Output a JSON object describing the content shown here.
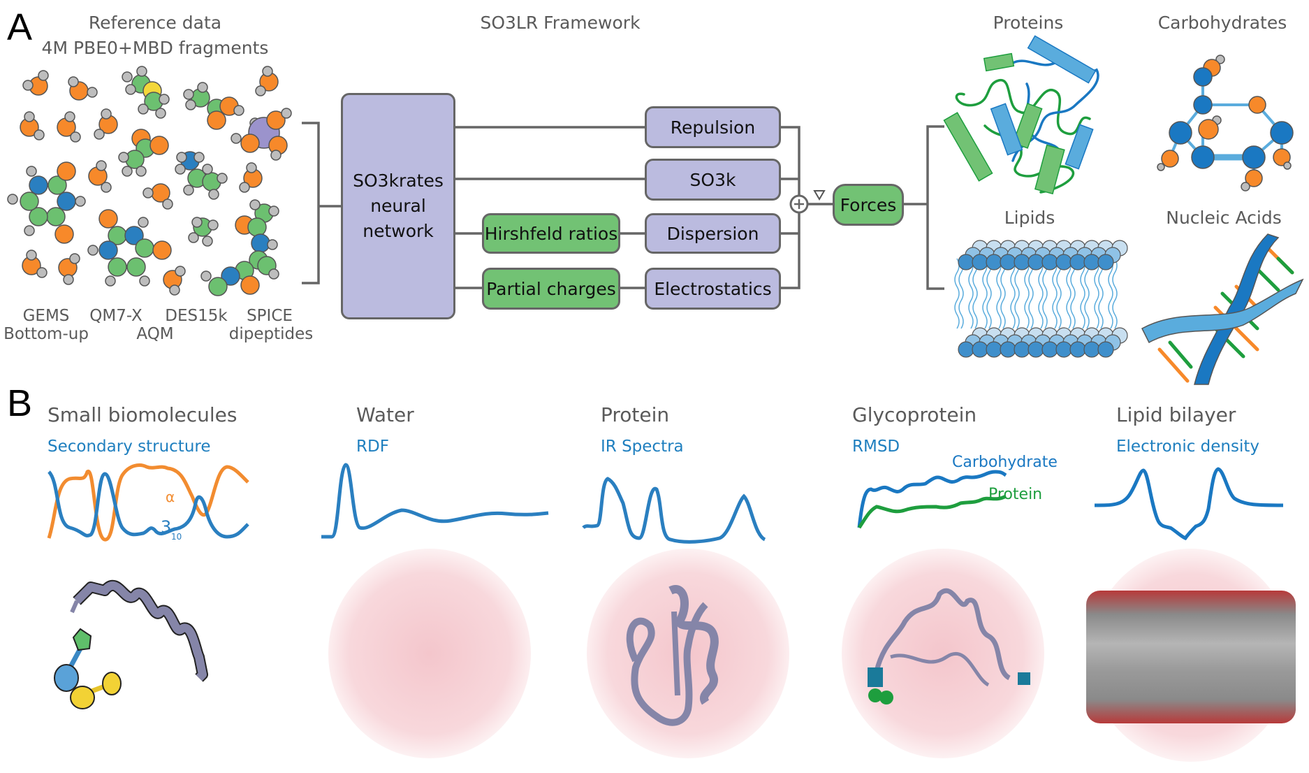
{
  "panel_a": {
    "letter": "A",
    "reference": {
      "title_line1": "Reference data",
      "title_line2": "4M PBE0+MBD fragments",
      "datasets_row1": [
        "GEMS",
        "QM7-X",
        "DES15k",
        "SPICE"
      ],
      "datasets_row2": [
        "Bottom-up",
        "AQM",
        "dipeptides"
      ]
    },
    "framework": {
      "title": "SO3LR Framework",
      "network_line1": "SO3krates",
      "network_line2": "neural",
      "network_line3": "network",
      "intermediates": [
        "Hirshfeld ratios",
        "Partial charges"
      ],
      "terms": [
        "Repulsion",
        "SO3k",
        "Dispersion",
        "Electrostatics"
      ],
      "sum_symbol": "+",
      "gradient_symbol": "∇",
      "output": "Forces"
    },
    "applications": {
      "items": [
        "Proteins",
        "Carbohydrates",
        "Lipids",
        "Nucleic Acids"
      ]
    }
  },
  "panel_b": {
    "letter": "B",
    "systems": [
      {
        "title": "Small biomolecules",
        "observable": "Secondary structure",
        "annotations": [
          "α",
          "3",
          "10"
        ]
      },
      {
        "title": "Water",
        "observable": "RDF"
      },
      {
        "title": "Protein",
        "observable": "IR Spectra"
      },
      {
        "title": "Glycoprotein",
        "observable": "RMSD",
        "annotations": [
          "Carbohydrate",
          "Protein"
        ]
      },
      {
        "title": "Lipid bilayer",
        "observable": "Electronic density"
      }
    ]
  },
  "colors": {
    "network_box": "#bbbbdf",
    "green_box": "#72c274",
    "line": "#666666",
    "blue_curve": "#1f7fbf",
    "orange_curve": "#f28c30",
    "green_curve": "#1e9e3e",
    "oxygen": "#f7892a",
    "hydrogen": "#bdbdbd",
    "carbon": "#6cc070",
    "nitrogen": "#2a7fc0",
    "sulfur": "#f4d73a",
    "phosphorus": "#9b93cc",
    "ribbon": "#8c8cb0"
  }
}
